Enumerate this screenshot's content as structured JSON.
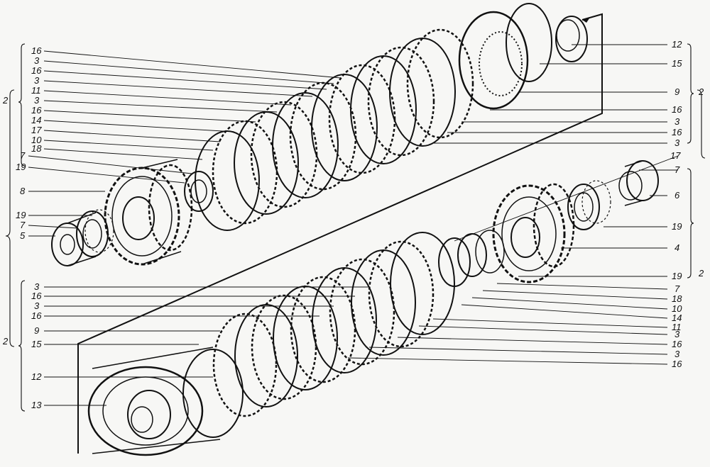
{
  "upper_clutch": {
    "left_labels": [
      "16",
      "3",
      "16",
      "3",
      "11",
      "3",
      "16",
      "14",
      "17",
      "10",
      "18",
      "7",
      "19",
      "8",
      "19",
      "7",
      "5"
    ],
    "right_labels": [
      "12",
      "15",
      "9",
      "16",
      "3",
      "16",
      "3"
    ],
    "group_label_left": "2",
    "group_label_right": "2"
  },
  "lower_clutch": {
    "left_labels": [
      "3",
      "16",
      "3",
      "16",
      "9",
      "15",
      "12",
      "13"
    ],
    "right_labels": [
      "17",
      "7",
      "6",
      "19",
      "4",
      "19",
      "7",
      "18",
      "10",
      "14",
      "11",
      "3",
      "16",
      "3",
      "16"
    ],
    "group_label_left": "2",
    "group_label_right": "2"
  },
  "colors": {
    "ink": "#111111",
    "paper": "#f7f7f5"
  }
}
